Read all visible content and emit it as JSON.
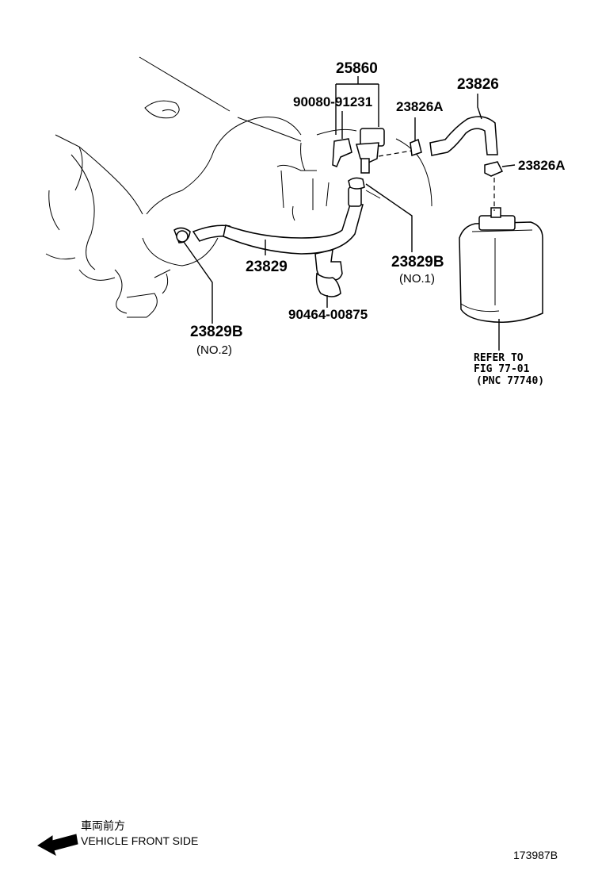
{
  "labels": {
    "p25860": "25860",
    "p90080": "90080-91231",
    "p23826A_top": "23826A",
    "p23826": "23826",
    "p23826A_right": "23826A",
    "p23829": "23829",
    "p23829B_no1": "23829B",
    "no1": "(NO.1)",
    "p90464": "90464-00875",
    "p23829B_no2": "23829B",
    "no2": "(NO.2)",
    "refer_line1": "REFER TO",
    "refer_line2": "FIG 77-01",
    "refer_line3": "(PNC 77740)"
  },
  "footer": {
    "jp_text": "車両前方",
    "direction_text": "VEHICLE FRONT SIDE",
    "diagram_id": "173987B"
  }
}
